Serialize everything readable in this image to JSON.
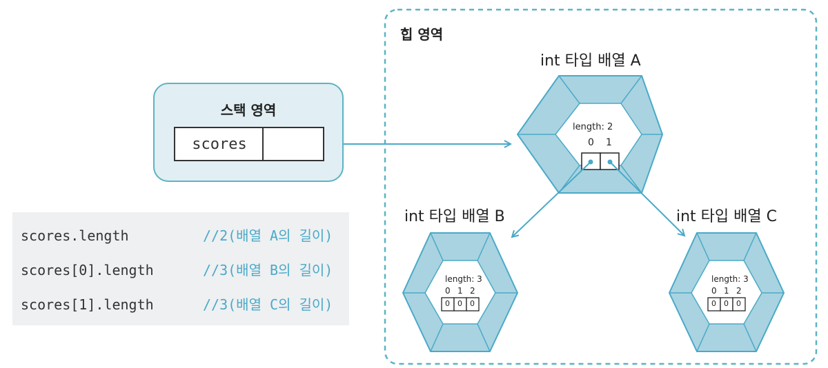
{
  "heap": {
    "title": "힙 영역",
    "arrays": [
      {
        "label": "int 타입 배열 A",
        "length_label": "length: 2",
        "indices": [
          "0",
          "1"
        ],
        "values": []
      },
      {
        "label": "int 타입 배열 B",
        "length_label": "length: 3",
        "indices": [
          "0",
          "1",
          "2"
        ],
        "values": [
          "0",
          "0",
          "0"
        ]
      },
      {
        "label": "int 타입 배열 C",
        "length_label": "length: 3",
        "indices": [
          "0",
          "1",
          "2"
        ],
        "values": [
          "0",
          "0",
          "0"
        ]
      }
    ]
  },
  "stack": {
    "title": "스택 영역",
    "variable": "scores"
  },
  "code": [
    {
      "expr": "scores.length",
      "comment": "//2(배열 A의 길이)"
    },
    {
      "expr": "scores[0].length",
      "comment": "//3(배열 B의 길이)"
    },
    {
      "expr": "scores[1].length",
      "comment": "//3(배열 C의 길이)"
    }
  ],
  "colors": {
    "accent": "#4aa9c8",
    "hex_fill": "#a9d3e0",
    "hex_inner": "#c6e3ec",
    "stack_fill": "#e1eef3"
  }
}
